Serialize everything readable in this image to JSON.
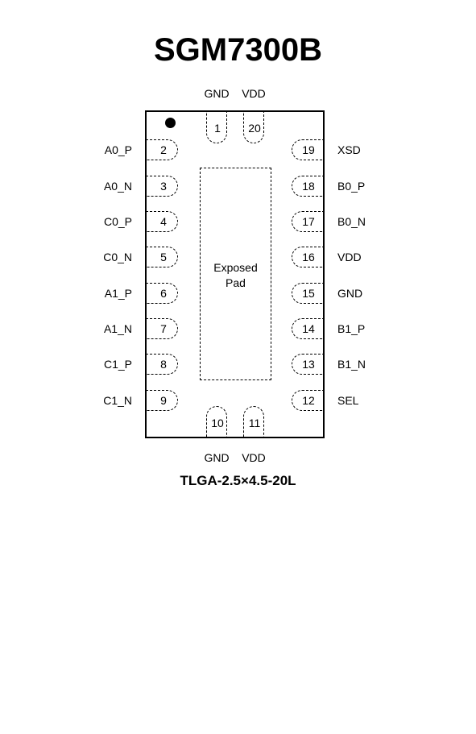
{
  "title": "SGM7300B",
  "package": "TLGA-2.5×4.5-20L",
  "exposed_pad": {
    "line1": "Exposed",
    "line2": "Pad"
  },
  "left_pins": [
    {
      "num": "2",
      "name": "A0_P"
    },
    {
      "num": "3",
      "name": "A0_N"
    },
    {
      "num": "4",
      "name": "C0_P"
    },
    {
      "num": "5",
      "name": "C0_N"
    },
    {
      "num": "6",
      "name": "A1_P"
    },
    {
      "num": "7",
      "name": "A1_N"
    },
    {
      "num": "8",
      "name": "C1_P"
    },
    {
      "num": "9",
      "name": "C1_N"
    }
  ],
  "right_pins": [
    {
      "num": "19",
      "name": "XSD"
    },
    {
      "num": "18",
      "name": "B0_P"
    },
    {
      "num": "17",
      "name": "B0_N"
    },
    {
      "num": "16",
      "name": "VDD"
    },
    {
      "num": "15",
      "name": "GND"
    },
    {
      "num": "14",
      "name": "B1_P"
    },
    {
      "num": "13",
      "name": "B1_N"
    },
    {
      "num": "12",
      "name": "SEL"
    }
  ],
  "top_pins": [
    {
      "num": "1",
      "name": "GND"
    },
    {
      "num": "20",
      "name": "VDD"
    }
  ],
  "bottom_pins": [
    {
      "num": "10",
      "name": "GND"
    },
    {
      "num": "11",
      "name": "VDD"
    }
  ]
}
